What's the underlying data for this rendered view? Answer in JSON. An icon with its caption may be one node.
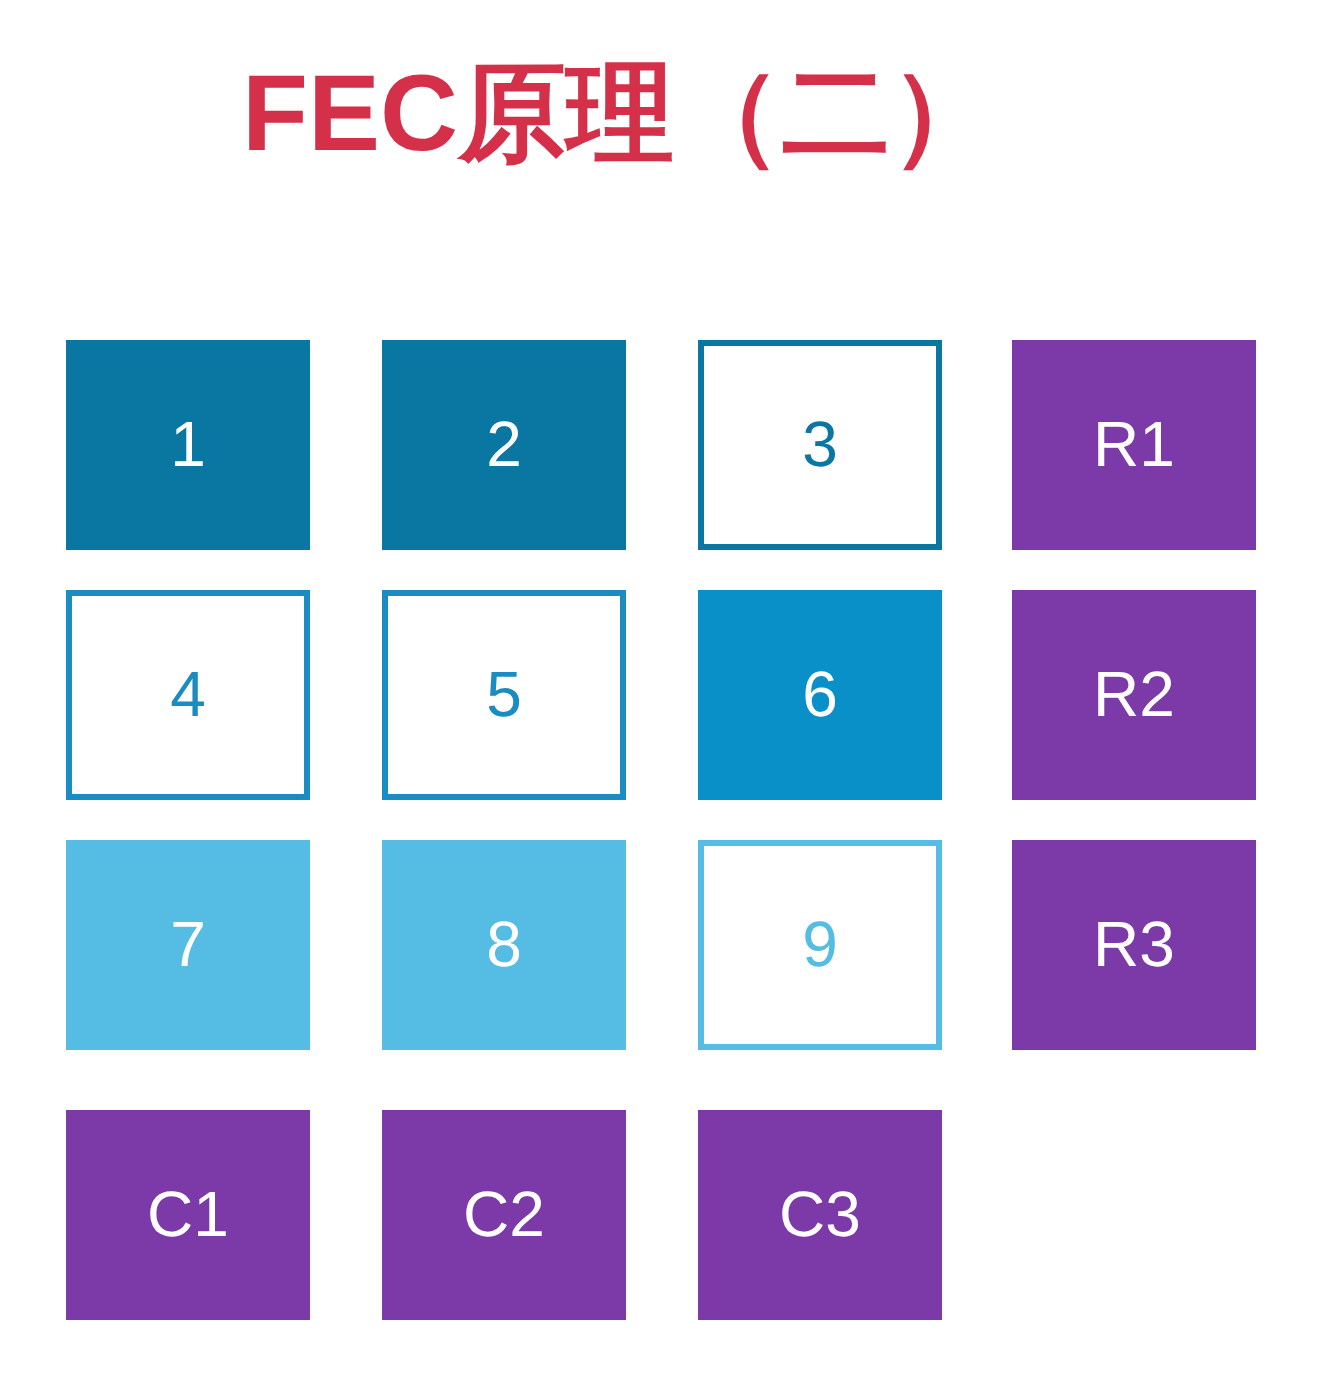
{
  "diagram": {
    "title": "FEC原理（二）",
    "nodes": [
      {
        "text": [
          "1"
        ]
      },
      {
        "text": [
          "2"
        ]
      },
      {
        "text": [
          "3"
        ]
      },
      {
        "text": [
          "R1"
        ]
      },
      {
        "text": [
          "4"
        ]
      },
      {
        "text": [
          "5"
        ]
      },
      {
        "text": [
          "6"
        ]
      },
      {
        "text": [
          "R2"
        ]
      },
      {
        "text": [
          "7"
        ]
      },
      {
        "text": [
          "8"
        ]
      },
      {
        "text": [
          "9"
        ]
      },
      {
        "text": [
          "R3"
        ]
      },
      {
        "text": [
          "C1"
        ]
      },
      {
        "text": [
          "C2"
        ]
      },
      {
        "text": [
          "C3"
        ]
      }
    ],
    "edges": []
  }
}
